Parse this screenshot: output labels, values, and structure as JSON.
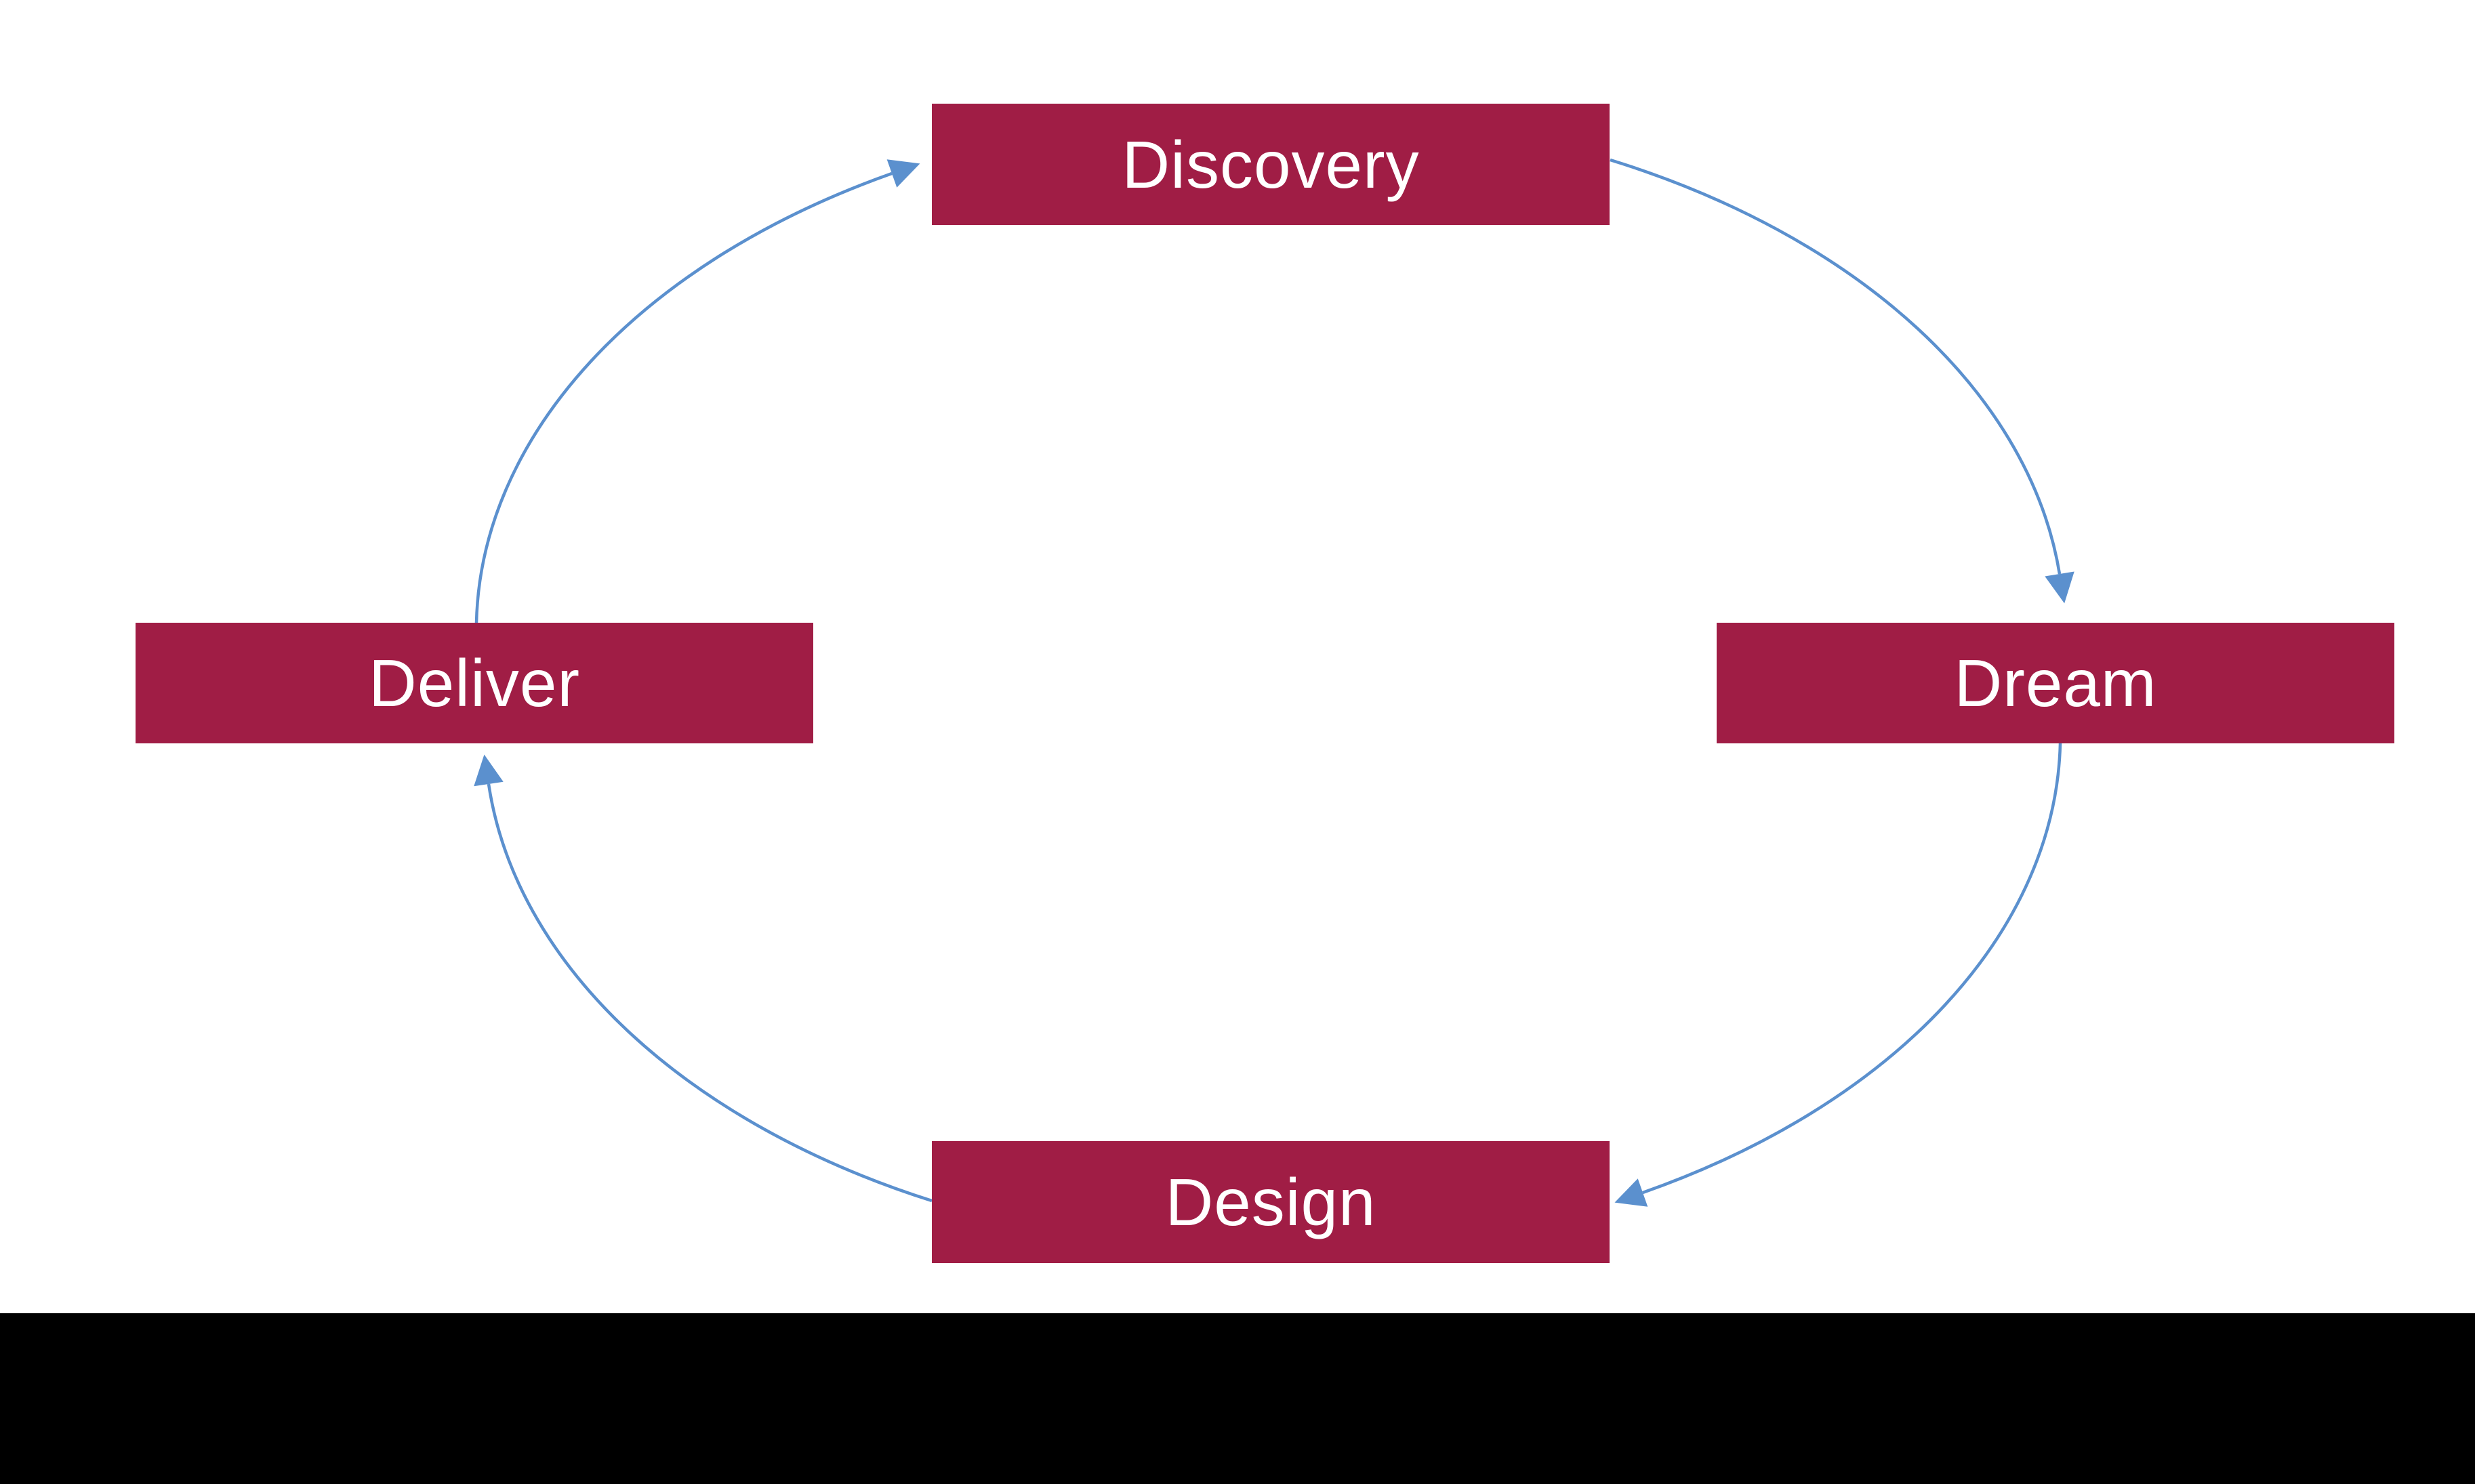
{
  "diagram": {
    "type": "cycle",
    "nodes": [
      {
        "id": "discovery",
        "label": "Discovery",
        "position": "top"
      },
      {
        "id": "dream",
        "label": "Dream",
        "position": "right"
      },
      {
        "id": "design",
        "label": "Design",
        "position": "bottom"
      },
      {
        "id": "deliver",
        "label": "Deliver",
        "position": "left"
      }
    ],
    "cycle_order": [
      "Discovery",
      "Dream",
      "Design",
      "Deliver"
    ],
    "arrows": [
      {
        "from": "Deliver",
        "to": "Discovery"
      },
      {
        "from": "Discovery",
        "to": "Dream"
      },
      {
        "from": "Dream",
        "to": "Design"
      },
      {
        "from": "Design",
        "to": "Deliver"
      }
    ],
    "colors": {
      "node_fill": "#A01D45",
      "node_text": "#FFFFFF",
      "arrow": "#5B90CE",
      "bottom_bar": "#000000",
      "background": "#FFFFFF"
    }
  }
}
